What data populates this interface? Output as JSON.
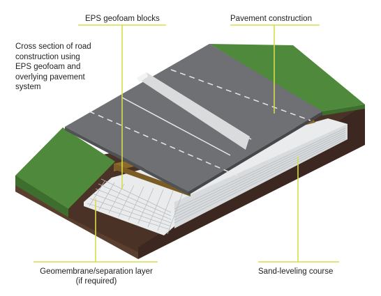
{
  "caption": {
    "lines": [
      "Cross section of road",
      "construction using",
      "EPS geofoam and",
      "overlying pavement",
      "system"
    ]
  },
  "labels": {
    "eps_blocks": "EPS geofoam blocks",
    "pavement": "Pavement construction",
    "geomembrane_line1": "Geomembrane/separation layer",
    "geomembrane_line2": "(if required)",
    "sand_leveling": "Sand-leveling course"
  },
  "colors": {
    "leader_line": "#d6dd4a",
    "grass": "#4f8a3c",
    "soil": "#4a3226",
    "asphalt": "#6e7073",
    "eps": "#eceeef",
    "sand": "#8b6a2a"
  }
}
